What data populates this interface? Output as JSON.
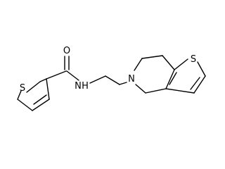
{
  "atoms": {
    "oxygen": "O",
    "amide_nitrogen": "N",
    "amide_hydrogen": "H",
    "ring_nitrogen": "N",
    "thiophene_sulfur_left": "S",
    "thiophene_sulfur_right": "S"
  },
  "colors": {
    "background": "#ffffff",
    "bond": "#000000",
    "label": "#000000"
  }
}
